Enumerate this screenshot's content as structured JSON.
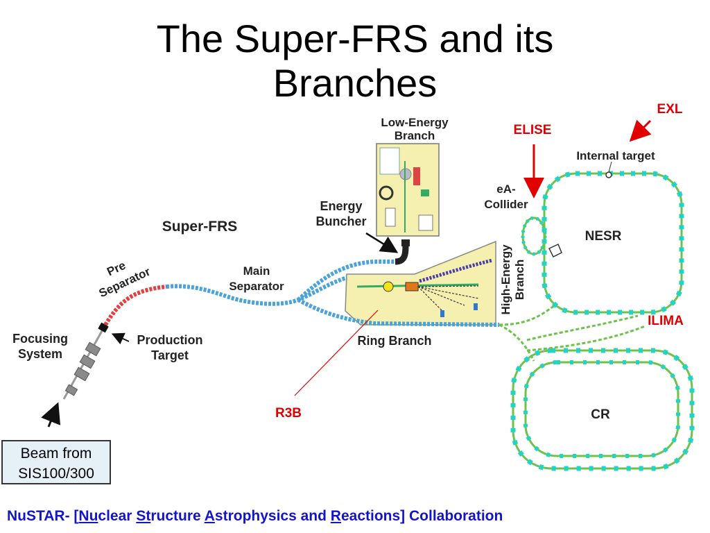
{
  "title": {
    "line1": "The Super-FRS and its",
    "line2": "Branches"
  },
  "labels": {
    "low_energy_branch_line1": "Low-Energy",
    "low_energy_branch_line2": "Branch",
    "energy_buncher_line1": "Energy",
    "energy_buncher_line2": "Buncher",
    "super_frs": "Super-FRS",
    "pre_separator_line1": "Pre",
    "pre_separator_line2": "Separator",
    "main_separator_line1": "Main",
    "main_separator_line2": "Separator",
    "focusing_system_line1": "Focusing",
    "focusing_system_line2": "System",
    "production_target_line1": "Production",
    "production_target_line2": "Target",
    "ring_branch": "Ring Branch",
    "high_energy_branch_line1": "High-Energy",
    "high_energy_branch_line2": "Branch",
    "ea_collider_line1": "eA-",
    "ea_collider_line2": "Collider",
    "internal_target": "Internal target",
    "nesr": "NESR",
    "cr": "CR"
  },
  "experiments": {
    "exl": "EXL",
    "elise": "ELISE",
    "ilima": "ILIMA",
    "r3b": "R3B"
  },
  "beam_box": {
    "line1": "Beam from",
    "line2": "SIS100/300"
  },
  "footer": {
    "prefix": "NuSTAR- [",
    "nu": "Nu",
    "clear": "clear ",
    "st": "St",
    "ructure": "ructure ",
    "a": "A",
    "strophysics": "strophysics and ",
    "r": "R",
    "eactions": "eactions] Collaboration"
  },
  "colors": {
    "beamline_blue": "#4aa3d8",
    "pre_separator_red": "#e04040",
    "ring_green": "#6cc24a",
    "ring_magnets_cyan": "#22d3c8",
    "platform_yellow": "#f5f0b0",
    "accent_red": "#e00000",
    "footer_blue": "#1515c8"
  }
}
